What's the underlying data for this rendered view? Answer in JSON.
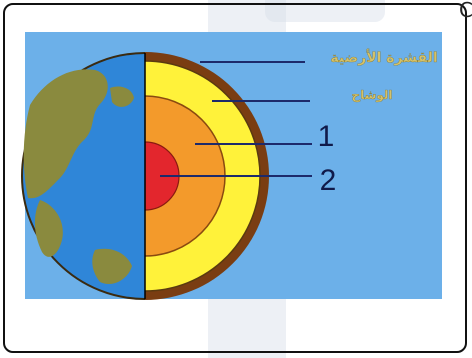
{
  "diagram": {
    "labels": {
      "crust": "القشرة الأرضية",
      "mantle": "الوشاح",
      "layer_1": "1",
      "layer_2": "2"
    },
    "colors": {
      "background": "#6cb0e9",
      "ocean": "#2f86d8",
      "land": "#8a8a3e",
      "crust_ring": "#7a3d12",
      "mantle": "#fff23a",
      "outer_core": "#f39a2b",
      "inner_core": "#e3262d",
      "label_text": "#d4c26a",
      "leader_line": "#1d2a6b"
    }
  }
}
